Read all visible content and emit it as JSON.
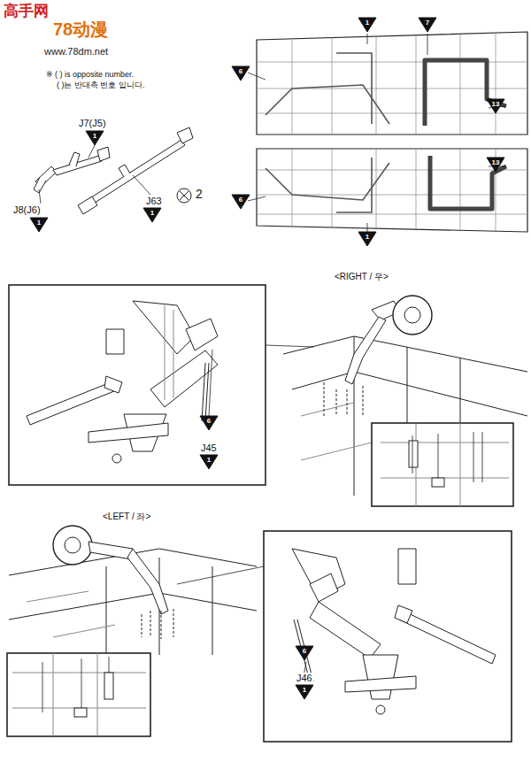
{
  "diagram": {
    "labels": [
      "高手网",
      "78动漫",
      "www.78dm.net",
      "※ ( ) is opposite number.",
      "( )는 반대측 번호 입니다.",
      "J7(J5)",
      "1",
      "J8(J6)",
      "1",
      "J63",
      "1",
      "2",
      "1",
      "7",
      "6",
      "13",
      "6",
      "13",
      "1",
      "<RIGHT / 우>",
      "6",
      "J45",
      "1",
      "<LEFT / 좌>",
      "6",
      "J46",
      "1"
    ]
  }
}
